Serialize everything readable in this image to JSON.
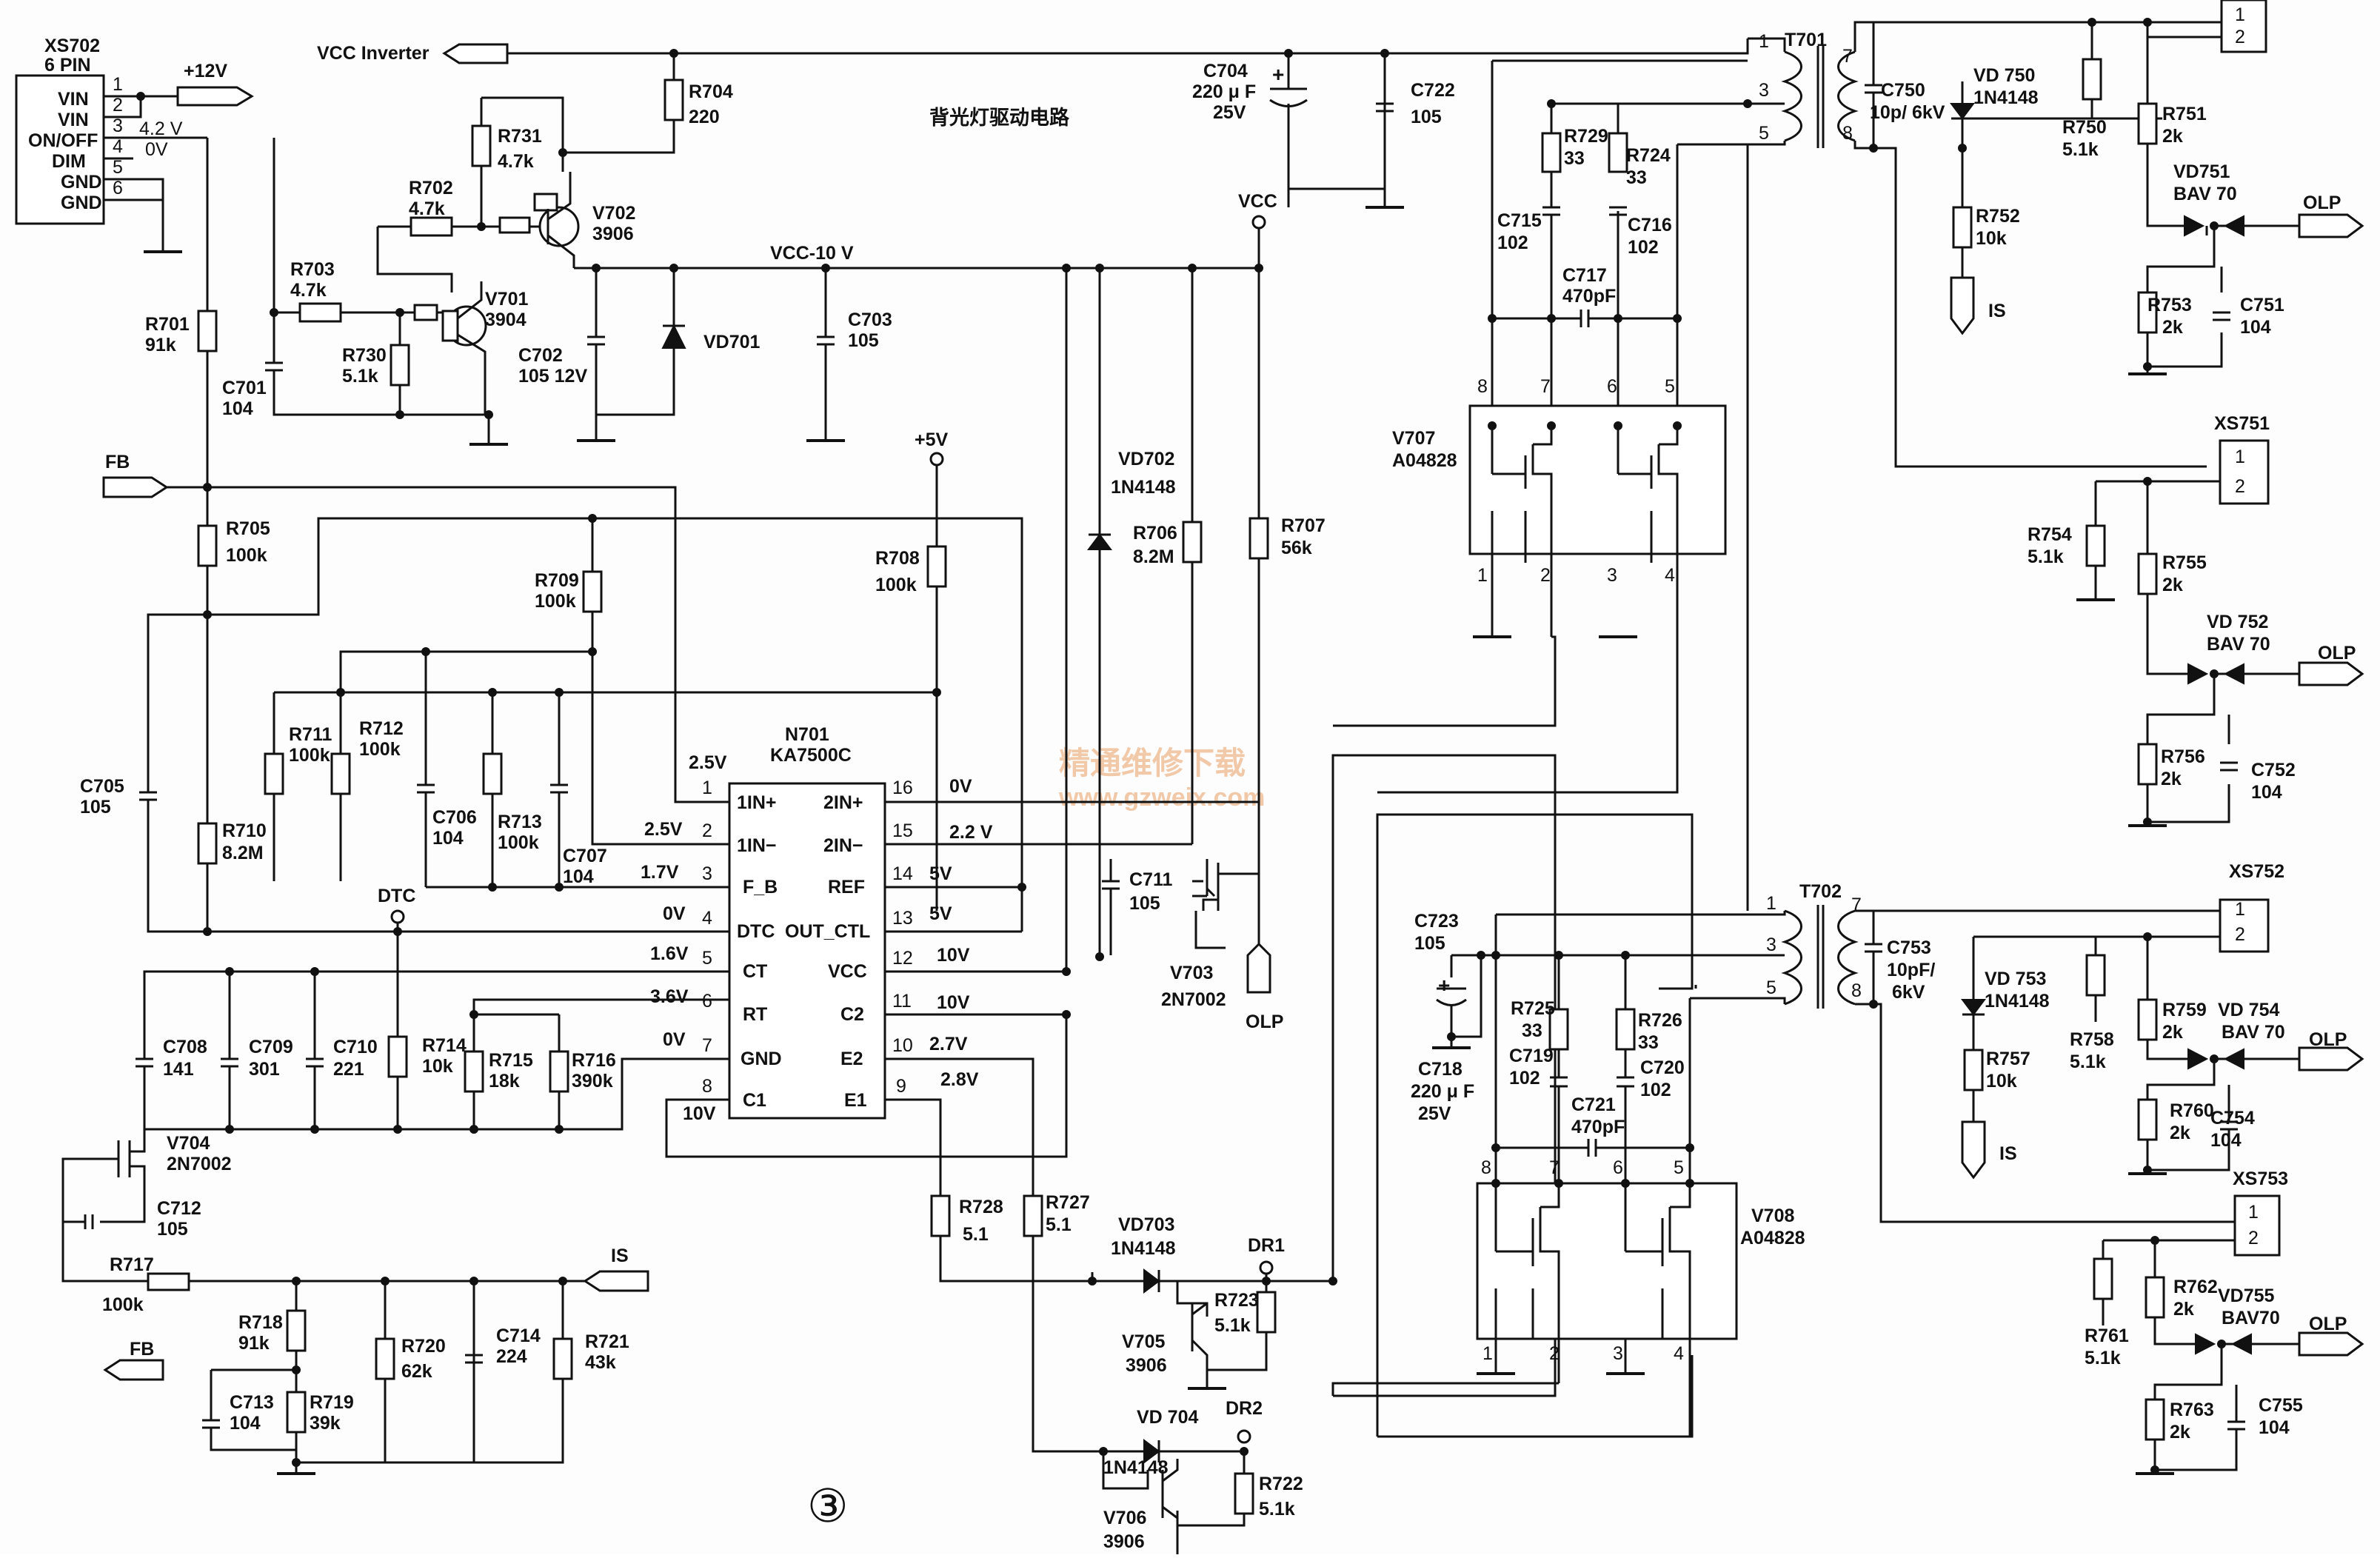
{
  "diagram_title": "背光灯驱动电路",
  "page_number": "③",
  "watermark": {
    "cn": "精通维修下载",
    "url": "www.gzweix.com"
  },
  "connector_xs702": {
    "name": "XS702",
    "type": "6 PIN",
    "pins": [
      {
        "num": "1",
        "label": "VIN"
      },
      {
        "num": "2",
        "label": "VIN"
      },
      {
        "num": "3",
        "label": "ON/OFF"
      },
      {
        "num": "4",
        "label": "DIM"
      },
      {
        "num": "5",
        "label": "GND"
      },
      {
        "num": "6",
        "label": "GND"
      }
    ]
  },
  "nets": {
    "p12v": "+12V",
    "v42": "4.2 V",
    "v0": "0V",
    "vcc_inverter": "VCC  Inverter",
    "vcc10": "VCC-10 V",
    "vcc": "VCC",
    "p5v": "+5V",
    "fb": "FB",
    "dtc": "DTC",
    "is": "IS",
    "olp": "OLP",
    "dr1": "DR1",
    "dr2": "DR2"
  },
  "ic": {
    "name": "N701",
    "part": "KA7500C",
    "left_pins": [
      {
        "num": "1",
        "name": "1IN+",
        "volt": "2.5V"
      },
      {
        "num": "2",
        "name": "1IN−",
        "volt": "2.5V"
      },
      {
        "num": "3",
        "name": "F_B",
        "volt": "1.7V"
      },
      {
        "num": "4",
        "name": "DTC",
        "volt": "0V"
      },
      {
        "num": "5",
        "name": "CT",
        "volt": "1.6V"
      },
      {
        "num": "6",
        "name": "RT",
        "volt": "3.6V"
      },
      {
        "num": "7",
        "name": "GND",
        "volt": "0V"
      },
      {
        "num": "8",
        "name": "C1",
        "volt": "10V"
      }
    ],
    "right_pins": [
      {
        "num": "16",
        "name": "2IN+",
        "volt": "0V"
      },
      {
        "num": "15",
        "name": "2IN−",
        "volt": "2.2 V"
      },
      {
        "num": "14",
        "name": "REF",
        "volt": "5V"
      },
      {
        "num": "13",
        "name": "OUT_CTL",
        "volt": "5V"
      },
      {
        "num": "12",
        "name": "VCC",
        "volt": "10V"
      },
      {
        "num": "11",
        "name": "C2",
        "volt": "10V"
      },
      {
        "num": "10",
        "name": "E2",
        "volt": "2.7V"
      },
      {
        "num": "9",
        "name": "E1",
        "volt": "2.8V"
      }
    ]
  },
  "parts": {
    "R701": {
      "ref": "R701",
      "val": "91k"
    },
    "R702": {
      "ref": "R702",
      "val": "4.7k"
    },
    "R703": {
      "ref": "R703",
      "val": "4.7k"
    },
    "R704": {
      "ref": "R704",
      "val": "220"
    },
    "R705": {
      "ref": "R705",
      "val": "100k"
    },
    "R706": {
      "ref": "R706",
      "val": "8.2M"
    },
    "R707": {
      "ref": "R707",
      "val": "56k"
    },
    "R708": {
      "ref": "R708",
      "val": "100k"
    },
    "R709": {
      "ref": "R709",
      "val": "100k"
    },
    "R710": {
      "ref": "R710",
      "val": "8.2M"
    },
    "R711": {
      "ref": "R711",
      "val": "100k"
    },
    "R712": {
      "ref": "R712",
      "val": "100k"
    },
    "R713": {
      "ref": "R713",
      "val": "100k"
    },
    "R714": {
      "ref": "R714",
      "val": "10k"
    },
    "R715": {
      "ref": "R715",
      "val": "18k"
    },
    "R716": {
      "ref": "R716",
      "val": "390k"
    },
    "R717": {
      "ref": "R717",
      "val": "100k"
    },
    "R718": {
      "ref": "R718",
      "val": "91k"
    },
    "R719": {
      "ref": "R719",
      "val": "39k"
    },
    "R720": {
      "ref": "R720",
      "val": "62k"
    },
    "R721": {
      "ref": "R721",
      "val": "43k"
    },
    "R722": {
      "ref": "R722",
      "val": "5.1k"
    },
    "R723": {
      "ref": "R723",
      "val": "5.1k"
    },
    "R724": {
      "ref": "R724",
      "val": "33"
    },
    "R725": {
      "ref": "R725",
      "val": "33"
    },
    "R726": {
      "ref": "R726",
      "val": "33"
    },
    "R727": {
      "ref": "R727",
      "val": "5.1"
    },
    "R728": {
      "ref": "R728",
      "val": "5.1"
    },
    "R729": {
      "ref": "R729",
      "val": "33"
    },
    "R730": {
      "ref": "R730",
      "val": "5.1k"
    },
    "R731": {
      "ref": "R731",
      "val": "4.7k"
    },
    "R750": {
      "ref": "R750",
      "val": "5.1k"
    },
    "R751": {
      "ref": "R751",
      "val": "2k"
    },
    "R752": {
      "ref": "R752",
      "val": "10k"
    },
    "R753": {
      "ref": "R753",
      "val": "2k"
    },
    "R754": {
      "ref": "R754",
      "val": "5.1k"
    },
    "R755": {
      "ref": "R755",
      "val": "2k"
    },
    "R756": {
      "ref": "R756",
      "val": "2k"
    },
    "R757": {
      "ref": "R757",
      "val": "10k"
    },
    "R758": {
      "ref": "R758",
      "val": "5.1k"
    },
    "R759": {
      "ref": "R759",
      "val": "2k"
    },
    "R760": {
      "ref": "R760",
      "val": "2k"
    },
    "R761": {
      "ref": "R761",
      "val": "5.1k"
    },
    "R762": {
      "ref": "R762",
      "val": "2k"
    },
    "R763": {
      "ref": "R763",
      "val": "2k"
    },
    "C701": {
      "ref": "C701",
      "val": "104"
    },
    "C702": {
      "ref": "C702",
      "val": "105  12V"
    },
    "C703": {
      "ref": "C703",
      "val": "105"
    },
    "C704": {
      "ref": "C704",
      "val": "220 μ F",
      "val2": "25V"
    },
    "C705": {
      "ref": "C705",
      "val": "105"
    },
    "C706": {
      "ref": "C706",
      "val": "104"
    },
    "C707": {
      "ref": "C707",
      "val": "104"
    },
    "C708": {
      "ref": "C708",
      "val": "141"
    },
    "C709": {
      "ref": "C709",
      "val": "301"
    },
    "C710": {
      "ref": "C710",
      "val": "221"
    },
    "C711": {
      "ref": "C711",
      "val": "105"
    },
    "C712": {
      "ref": "C712",
      "val": "105"
    },
    "C713": {
      "ref": "C713",
      "val": "104"
    },
    "C714": {
      "ref": "C714",
      "val": "224"
    },
    "C715": {
      "ref": "C715",
      "val": "102"
    },
    "C716": {
      "ref": "C716",
      "val": "102"
    },
    "C717": {
      "ref": "C717",
      "val": "470pF"
    },
    "C718": {
      "ref": "C718",
      "val": "220 μ F",
      "val2": "25V"
    },
    "C719": {
      "ref": "C719",
      "val": "102"
    },
    "C720": {
      "ref": "C720",
      "val": "102"
    },
    "C721": {
      "ref": "C721",
      "val": "470pF"
    },
    "C722": {
      "ref": "C722",
      "val": "105"
    },
    "C723": {
      "ref": "C723",
      "val": "105"
    },
    "C750": {
      "ref": "C750",
      "val": "10p/ 6kV"
    },
    "C751": {
      "ref": "C751",
      "val": "104"
    },
    "C752": {
      "ref": "C752",
      "val": "104"
    },
    "C753": {
      "ref": "C753",
      "val": "10pF/",
      "val2": "6kV"
    },
    "C754": {
      "ref": "C754",
      "val": "104"
    },
    "C755": {
      "ref": "C755",
      "val": "104"
    },
    "V701": {
      "ref": "V701",
      "val": "3904"
    },
    "V702": {
      "ref": "V702",
      "val": "3906"
    },
    "V703": {
      "ref": "V703",
      "val": "2N7002"
    },
    "V704": {
      "ref": "V704",
      "val": "2N7002"
    },
    "V705": {
      "ref": "V705",
      "val": "3906"
    },
    "V706": {
      "ref": "V706",
      "val": "3906"
    },
    "V707": {
      "ref": "V707",
      "val": "A04828"
    },
    "V708": {
      "ref": "V708",
      "val": "A04828"
    },
    "VD701": {
      "ref": "VD701"
    },
    "VD702": {
      "ref": "VD702",
      "val": "1N4148"
    },
    "VD703": {
      "ref": "VD703",
      "val": "1N4148"
    },
    "VD704": {
      "ref": "VD 704",
      "val": "1N4148"
    },
    "VD750": {
      "ref": "VD 750",
      "val": "1N4148"
    },
    "VD751": {
      "ref": "VD751",
      "val": "BAV 70"
    },
    "VD752": {
      "ref": "VD 752",
      "val": "BAV 70"
    },
    "VD753": {
      "ref": "VD 753",
      "val": "1N4148"
    },
    "VD754": {
      "ref": "VD 754",
      "val": "BAV 70"
    },
    "VD755": {
      "ref": "VD755",
      "val": "BAV70"
    },
    "T701": {
      "ref": "T701"
    },
    "T702": {
      "ref": "T702"
    },
    "XS751": {
      "ref": "XS751"
    },
    "XS752": {
      "ref": "XS752"
    },
    "XS753": {
      "ref": "XS753"
    }
  },
  "transformer_pins": {
    "p1": "1",
    "p3": "3",
    "p5": "5",
    "p7": "7",
    "p8": "8"
  },
  "mosfet_pins": [
    "1",
    "2",
    "3",
    "4",
    "5",
    "6",
    "7",
    "8"
  ],
  "conn_pins": [
    "1",
    "2"
  ]
}
